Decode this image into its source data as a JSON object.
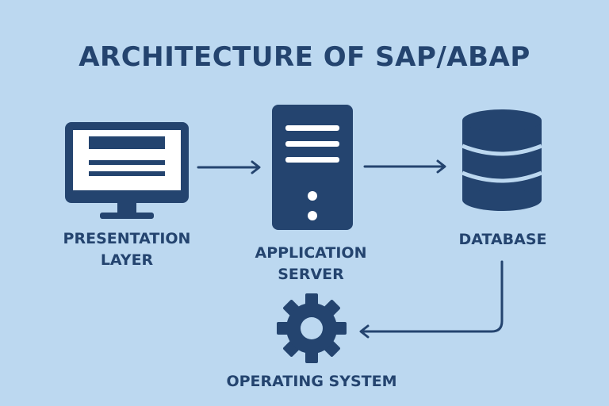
{
  "title": "ARCHITECTURE OF SAP/ABAP",
  "nodes": {
    "presentation": {
      "line1": "PRESENTATION",
      "line2": "LAYER",
      "icon": "monitor-icon"
    },
    "application": {
      "line1": "APPLICATION",
      "line2": "SERVER",
      "icon": "server-icon"
    },
    "database": {
      "line1": "DATABASE",
      "icon": "database-icon"
    },
    "os": {
      "line1": "OPERATING SYSTEM",
      "icon": "gear-icon"
    }
  },
  "colors": {
    "background": "#bcd8f0",
    "primary": "#24446f"
  }
}
